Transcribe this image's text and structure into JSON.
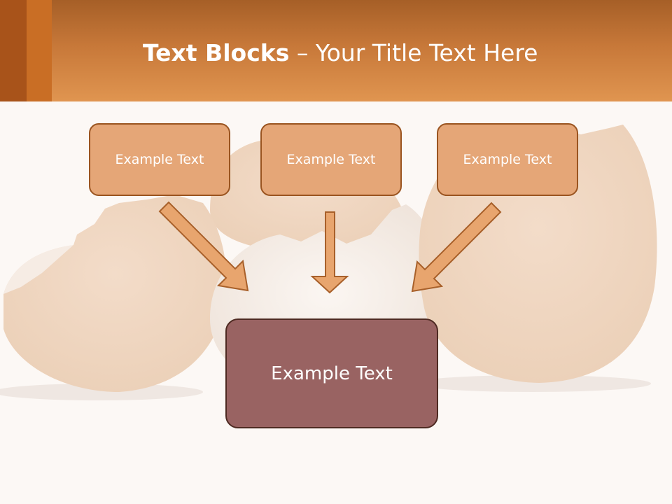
{
  "slide": {
    "title_bold": "Text Blocks",
    "title_rest": " – Your Title Text Here",
    "boxes": [
      "Example Text",
      "Example Text",
      "Example Text"
    ],
    "main_box": "Example Text"
  },
  "colors": {
    "header_orange": "#d88c4a",
    "box_fill": "#e5a677",
    "box_border": "#9a5420",
    "main_fill": "#996362",
    "main_border": "#4e2a22",
    "arrow_fill": "#e8a56e",
    "arrow_stroke": "#a8602a"
  }
}
